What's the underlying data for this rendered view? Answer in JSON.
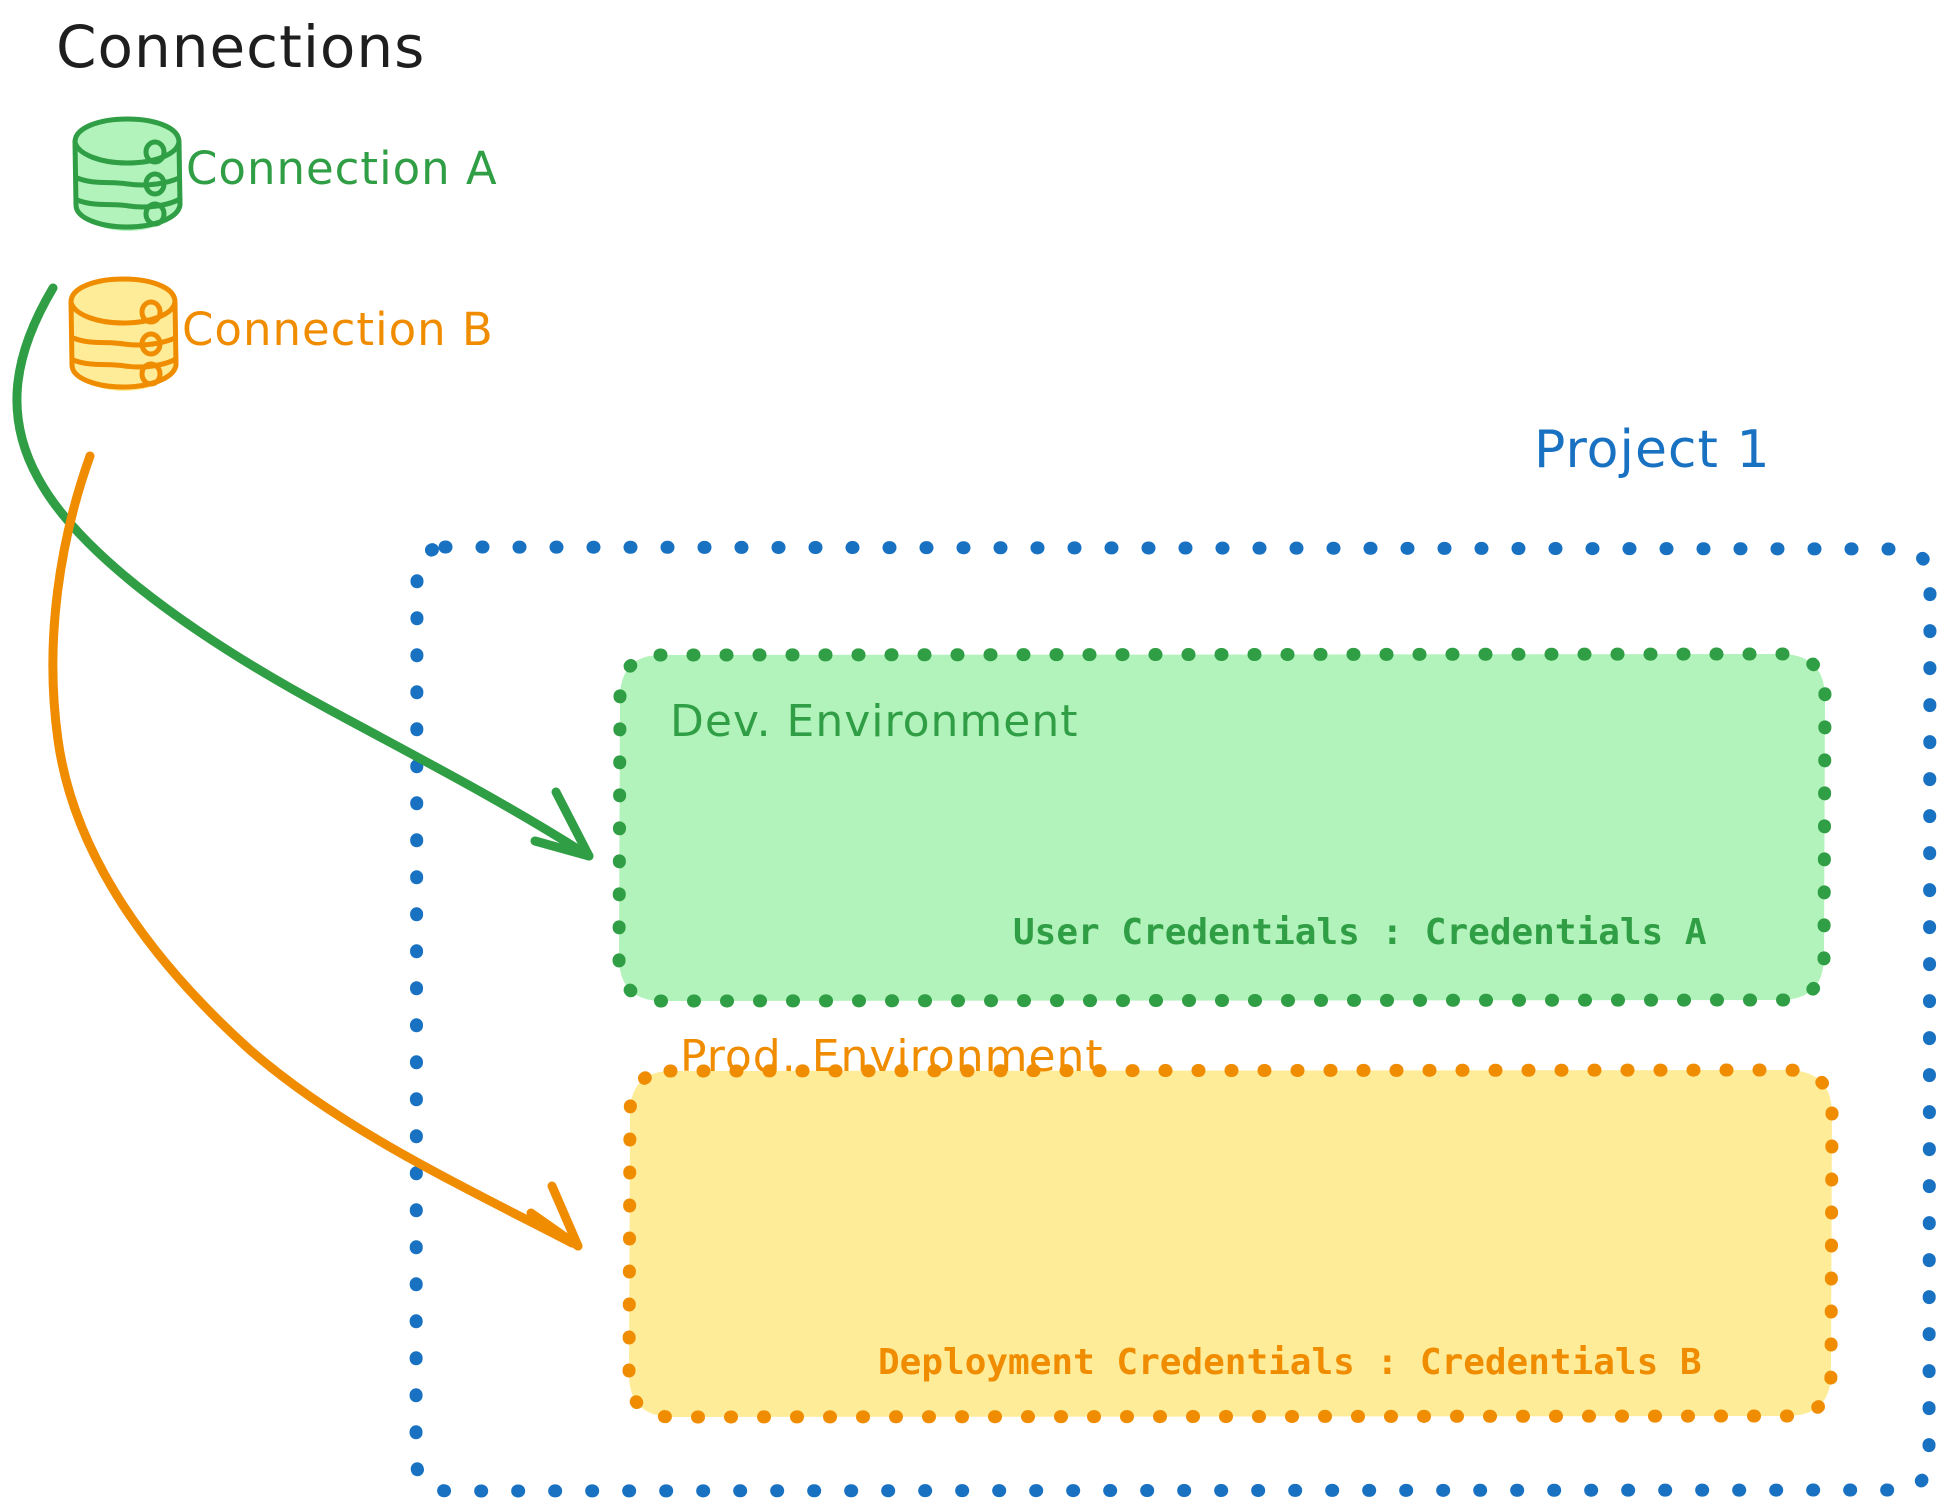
{
  "diagram": {
    "title": "Connections",
    "canvas_bg": "#ffffff"
  },
  "colors": {
    "green_stroke": "#2f9e44",
    "green_fill": "#b2f2bb",
    "orange_stroke": "#f08c00",
    "orange_fill": "#ffec99",
    "blue_stroke": "#1971c2",
    "black_text": "#1e1e1e"
  },
  "connections": [
    {
      "id": "connection-a",
      "label": "Connection A",
      "icon": "database-cylinder-icon",
      "color": "#2f9e44",
      "fill": "#b2f2bb",
      "target": "dev-environment"
    },
    {
      "id": "connection-b",
      "label": "Connection B",
      "icon": "database-cylinder-icon",
      "color": "#f08c00",
      "fill": "#ffec99",
      "target": "prod-environment"
    }
  ],
  "project": {
    "label": "Project 1",
    "color": "#1971c2",
    "border_style": "dotted",
    "environments": [
      {
        "id": "dev-environment",
        "title": "Dev. Environment",
        "credential_label": "User Credentials : Credentials A",
        "color": "#2f9e44",
        "fill": "#b2f2bb"
      },
      {
        "id": "prod-environment",
        "title": "Prod. Environment",
        "credential_label": "Deployment Credentials : Credentials B",
        "color": "#f08c00",
        "fill": "#ffec99"
      }
    ]
  },
  "arrows": [
    {
      "id": "arrow-connection-a-to-dev",
      "from": "connection-a",
      "to": "dev-environment",
      "color": "#2f9e44"
    },
    {
      "id": "arrow-connection-b-to-prod",
      "from": "connection-b",
      "to": "prod-environment",
      "color": "#f08c00"
    }
  ]
}
